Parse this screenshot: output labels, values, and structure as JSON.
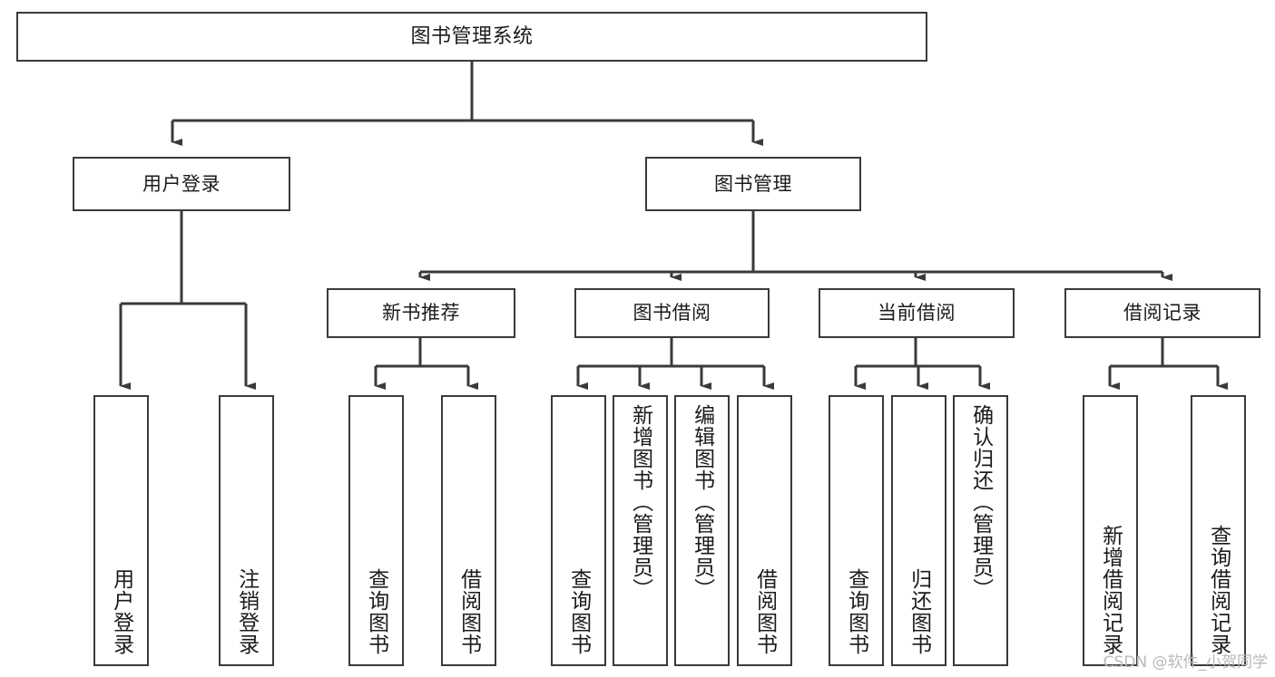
{
  "diagram": {
    "type": "tree-hierarchy-diagram",
    "title": "图书管理系统",
    "style": {
      "background": "#ffffff",
      "box_border": "#3a3a3a",
      "box_fill": "#ffffff",
      "connector": "#3a3a3a",
      "text": "#1b1b1b",
      "watermark": "#b9b9b9"
    },
    "nodes": {
      "root": {
        "label": "图书管理系统"
      },
      "level2": [
        {
          "id": "user-login",
          "label": "用户登录"
        },
        {
          "id": "book-manage",
          "label": "图书管理"
        }
      ],
      "level3": [
        {
          "id": "new-book-recommend",
          "label": "新书推荐"
        },
        {
          "id": "book-borrow",
          "label": "图书借阅"
        },
        {
          "id": "current-borrow",
          "label": "当前借阅"
        },
        {
          "id": "borrow-record",
          "label": "借阅记录"
        }
      ],
      "leaves": {
        "user-login": [
          {
            "id": "leaf-user-login",
            "label": "用户登录"
          },
          {
            "id": "leaf-user-logout",
            "label": "注销登录"
          }
        ],
        "new-book-recommend": [
          {
            "id": "leaf-query-book-1",
            "label": "查询图书"
          },
          {
            "id": "leaf-borrow-book-1",
            "label": "借阅图书"
          }
        ],
        "book-borrow": [
          {
            "id": "leaf-query-book-2",
            "label": "查询图书"
          },
          {
            "id": "leaf-add-book-admin",
            "label": "新增图书（管理员）"
          },
          {
            "id": "leaf-edit-book-admin",
            "label": "编辑图书（管理员）"
          },
          {
            "id": "leaf-borrow-book-2",
            "label": "借阅图书"
          }
        ],
        "current-borrow": [
          {
            "id": "leaf-query-book-3",
            "label": "查询图书"
          },
          {
            "id": "leaf-return-book",
            "label": "归还图书"
          },
          {
            "id": "leaf-confirm-return-admin",
            "label": "确认归还（管理员）"
          }
        ],
        "borrow-record": [
          {
            "id": "leaf-add-borrow-record",
            "label": "新增借阅记录"
          },
          {
            "id": "leaf-query-borrow-record",
            "label": "查询借阅记录"
          }
        ]
      }
    },
    "watermark": "CSDN @软件_小贺同学"
  }
}
